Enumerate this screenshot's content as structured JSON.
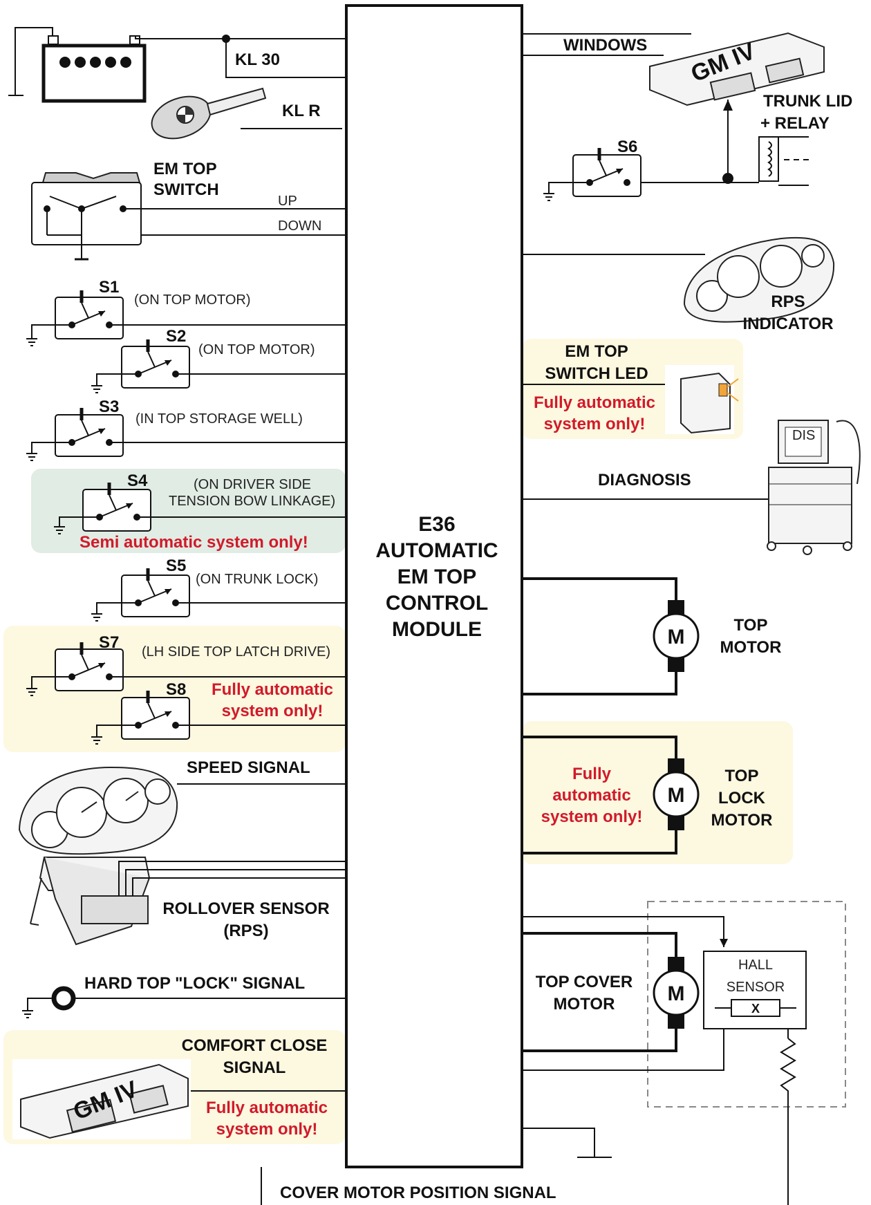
{
  "module": {
    "lines": [
      "E36",
      "AUTOMATIC",
      "EM TOP",
      "CONTROL",
      "MODULE"
    ]
  },
  "left": {
    "kl30": "KL 30",
    "klr": "KL R",
    "em_top_switch": [
      "EM TOP",
      "SWITCH"
    ],
    "up": "UP",
    "down": "DOWN",
    "s1": {
      "name": "S1",
      "desc": "(ON TOP MOTOR)"
    },
    "s2": {
      "name": "S2",
      "desc": "(ON TOP MOTOR)"
    },
    "s3": {
      "name": "S3",
      "desc": "(IN TOP STORAGE WELL)"
    },
    "s4": {
      "name": "S4",
      "desc": [
        "(ON DRIVER SIDE",
        "TENSION BOW LINKAGE)"
      ],
      "note": "Semi automatic system only!"
    },
    "s5": {
      "name": "S5",
      "desc": "(ON TRUNK LOCK)"
    },
    "s7": {
      "name": "S7",
      "desc": "(LH SIDE TOP LATCH DRIVE)"
    },
    "s8": {
      "name": "S8",
      "note": [
        "Fully automatic",
        "system only!"
      ]
    },
    "speed_signal": "SPEED SIGNAL",
    "rollover": [
      "ROLLOVER SENSOR",
      "(RPS)"
    ],
    "hard_top": "HARD TOP \"LOCK\" SIGNAL",
    "comfort_close": [
      "COMFORT CLOSE",
      "SIGNAL"
    ],
    "comfort_note": [
      "Fully automatic",
      "system only!"
    ],
    "gm_label": "GM IV"
  },
  "right": {
    "windows": "WINDOWS",
    "gm_label": "GM IV",
    "trunk_lid_relay": [
      "TRUNK LID",
      "+ RELAY"
    ],
    "s6": "S6",
    "rps_indicator": [
      "RPS",
      "INDICATOR"
    ],
    "em_top_switch_led": [
      "EM TOP",
      "SWITCH LED"
    ],
    "led_note": [
      "Fully automatic",
      "system only!"
    ],
    "diagnosis": "DIAGNOSIS",
    "dis_label": "DIS",
    "top_motor": [
      "TOP",
      "MOTOR"
    ],
    "lock_note": [
      "Fully",
      "automatic",
      "system only!"
    ],
    "top_lock_motor": [
      "TOP",
      "LOCK",
      "MOTOR"
    ],
    "top_cover_motor": [
      "TOP COVER",
      "MOTOR"
    ],
    "hall_sensor": [
      "HALL",
      "SENSOR"
    ],
    "hall_x": "X",
    "motor_symbol": "M"
  },
  "bottom": {
    "cover_pos": "COVER MOTOR POSITION SIGNAL"
  },
  "colors": {
    "note_red": "#d11a2a",
    "yellow_bg": "#fdf8e0",
    "green_bg": "#e0ece4",
    "wire": "#111111"
  }
}
